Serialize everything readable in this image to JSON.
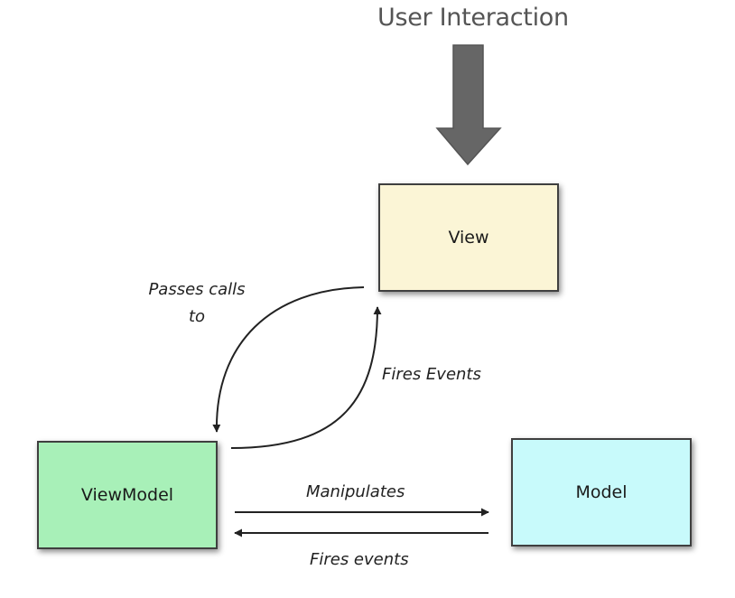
{
  "diagram": {
    "title": "User Interaction",
    "nodes": {
      "view": {
        "label": "View",
        "fill": "#fbf5d6"
      },
      "viewmodel": {
        "label": "ViewModel",
        "fill": "#a8f0b8"
      },
      "model": {
        "label": "Model",
        "fill": "#c8fafb"
      }
    },
    "edges": {
      "view_to_viewmodel": {
        "label_line1": "Passes calls",
        "label_line2": "to"
      },
      "viewmodel_to_view": {
        "label": "Fires Events"
      },
      "viewmodel_to_model": {
        "label": "Manipulates"
      },
      "model_to_viewmodel": {
        "label": "Fires events"
      }
    },
    "colors": {
      "arrow": "#222222",
      "input_arrow": "#666666",
      "box_border": "#3f3f3f"
    }
  }
}
